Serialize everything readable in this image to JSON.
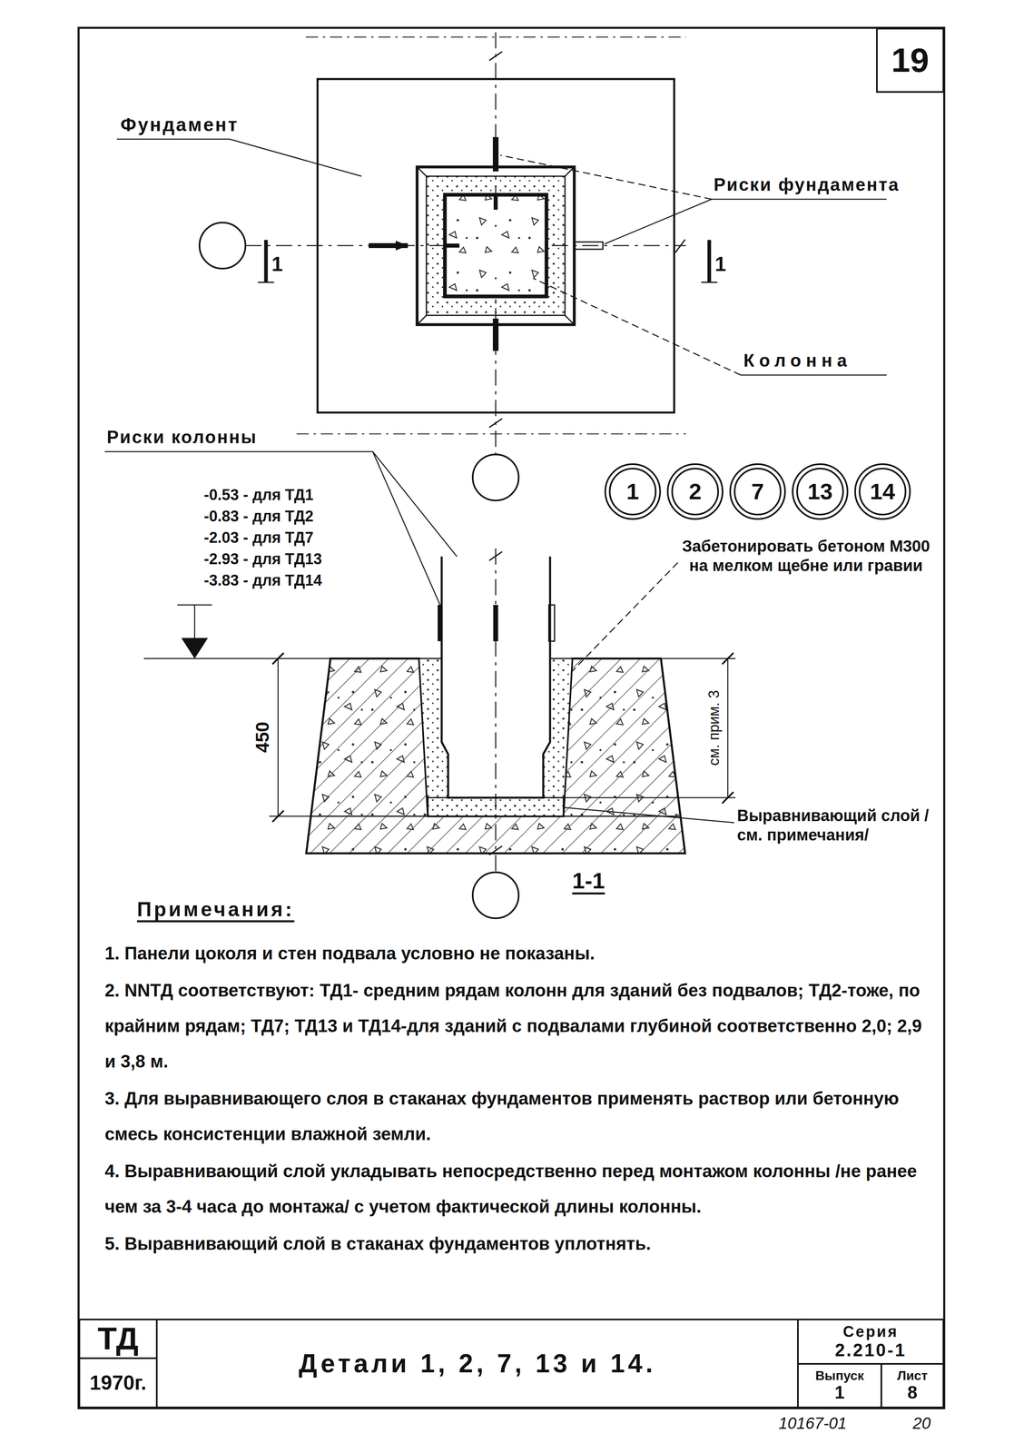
{
  "diagram": {
    "nodes": [
      {
        "text": [
          "19"
        ]
      },
      {
        "text": [
          "1"
        ]
      },
      {
        "text": [
          "2"
        ]
      },
      {
        "text": [
          "7"
        ]
      },
      {
        "text": [
          "13"
        ]
      },
      {
        "text": [
          "14"
        ]
      },
      {
        "text": [
          "ТД"
        ]
      },
      {
        "text": [
          "1970г."
        ]
      },
      {
        "text": [
          "Детали 1, 2, 7, 13 и 14."
        ]
      },
      {
        "text": [
          "Серия",
          "2.210-1"
        ]
      },
      {
        "text": [
          "Выпуск",
          "1"
        ]
      },
      {
        "text": [
          "Лист",
          "8"
        ]
      }
    ],
    "labels": [
      "Фундамент",
      "Риски фундамента",
      "Колонна",
      "1",
      "1",
      "Риски колонны",
      "-0.53 - для ТД1",
      "-0.83 - для ТД2",
      "-2.03 - для ТД7",
      "-2.93 - для ТД13",
      "-3.83 - для ТД14",
      "Забетонировать бетоном М300 на мелком щебне или гравии",
      "450",
      "см. прим. 3",
      "Выравнивающий слой /см. примечания/",
      "1-1",
      "Примечания:",
      "1. Панели цоколя и стен подвала условно не показаны.",
      "2. NNТД соответствуют: ТД1- средним рядам колонн для зданий без подвалов; ТД2-тоже, по крайним рядам; ТД7; ТД13 и ТД14-для зданий с подвалами глубиной соответственно 2,0; 2,9 и 3,8 м.",
      "3. Для выравнивающего слоя в стаканах фундаментов применять раствор или бетонную смесь консистенции влажной земли.",
      "4. Выравнивающий слой укладывать непосредственно перед монтажом колонны /не ранее чем за 3-4 часа до монтажа/ с учетом фактической длины колонны.",
      "5. Выравнивающий слой в стаканах фундаментов уплотнять.",
      "10167-01",
      "20"
    ]
  }
}
